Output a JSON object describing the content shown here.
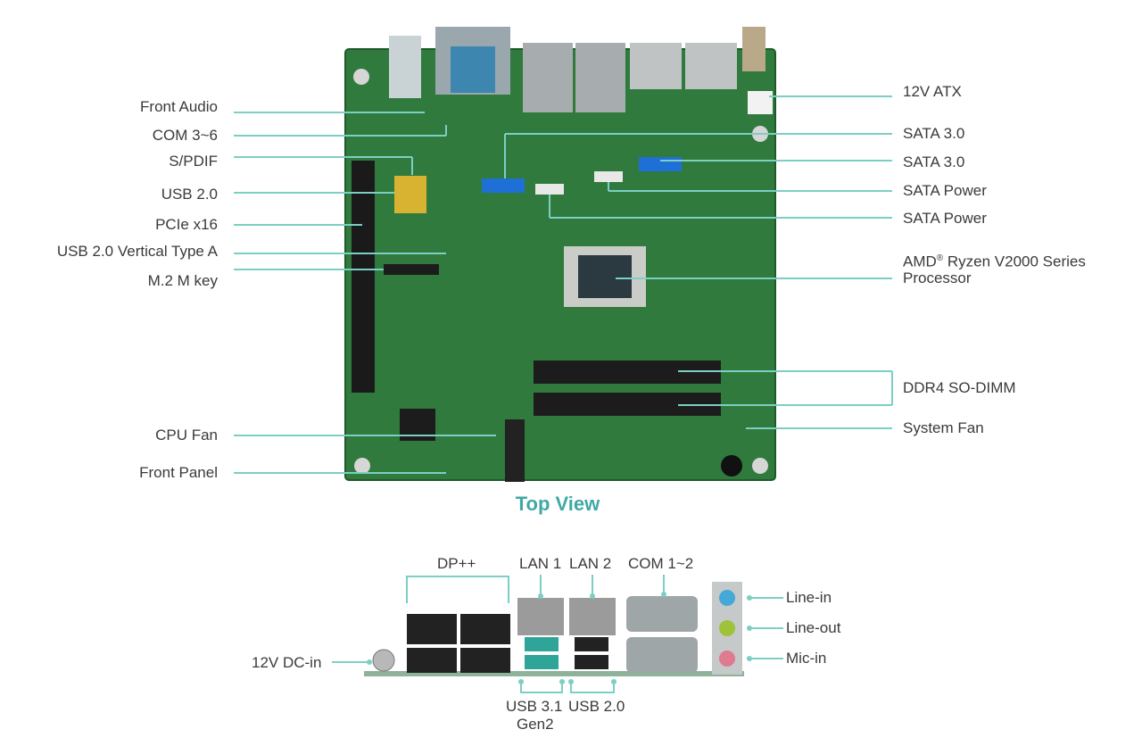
{
  "view_title": "Top View",
  "top_left_labels": [
    "Front Audio",
    "COM 3~6",
    "S/PDIF",
    "USB 2.0",
    "PCIe x16",
    "USB 2.0 Vertical Type A",
    "M.2 M key",
    "CPU Fan",
    "Front Panel"
  ],
  "top_right_labels": [
    "12V ATX",
    "SATA 3.0",
    "SATA 3.0",
    "SATA Power",
    "SATA Power",
    "DDR4 SO-DIMM",
    "System Fan"
  ],
  "processor": {
    "brand": "AMD",
    "reg": "®",
    "name": "Ryzen V2000 Series",
    "line2": "Processor"
  },
  "io_labels": {
    "dp": "DP++",
    "lan1": "LAN 1",
    "lan2": "LAN 2",
    "com": "COM 1~2",
    "line_in": "Line-in",
    "line_out": "Line-out",
    "mic_in": "Mic-in",
    "dc_in": "12V DC-in",
    "usb31": "USB 3.1",
    "usb31_gen": "Gen2",
    "usb20": "USB 2.0"
  },
  "colors": {
    "callout": "#7ccfc4",
    "board": "#2f7a3c",
    "title": "#3fa9a6",
    "sata": "#1e6fd6"
  }
}
